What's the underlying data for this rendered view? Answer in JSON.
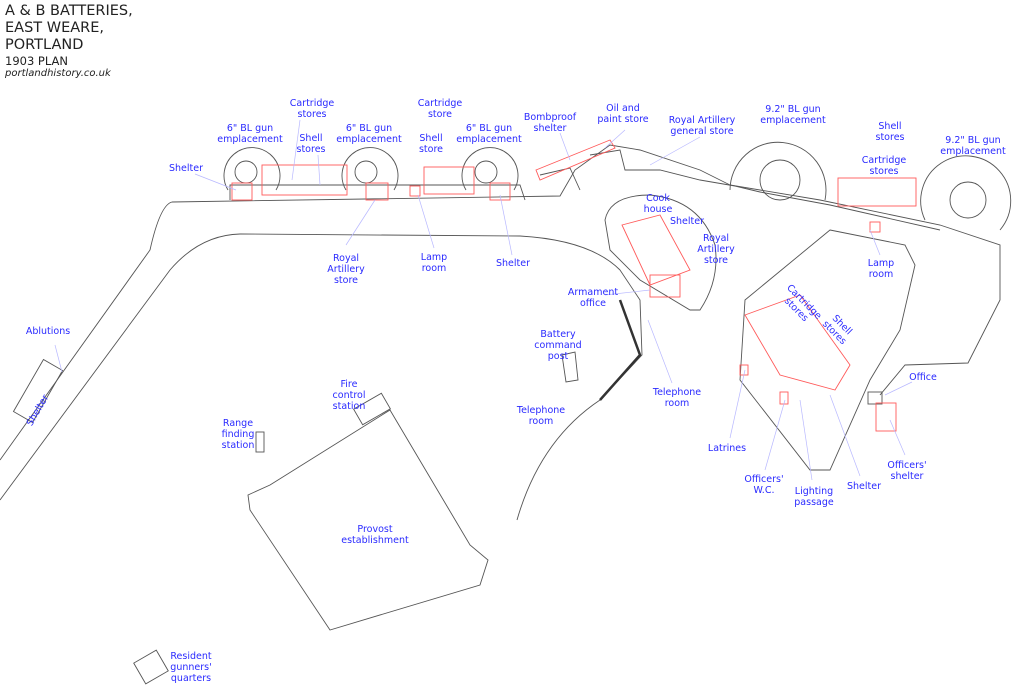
{
  "title": {
    "line1": "A & B BATTERIES,",
    "line2": "EAST WEARE,",
    "line3": "PORTLAND",
    "year": "1903 PLAN",
    "source": "portlandhistory.co.uk"
  },
  "colors": {
    "label": "#2a2aff",
    "outline": "#555555",
    "building": "#ff5a5a",
    "leader": "#b8b8ff"
  },
  "labels": {
    "shelter_a": "Shelter",
    "gun_6_1": "6\" BL gun\nemplacement",
    "cartridge_stores_a": "Cartridge\nstores",
    "shell_stores_a": "Shell\nstores",
    "gun_6_2": "6\" BL gun\nemplacement",
    "cartridge_store_b": "Cartridge\nstore",
    "shell_store_b": "Shell\nstore",
    "gun_6_3": "6\" BL gun\nemplacement",
    "bombproof_shelter": "Bombproof\nshelter",
    "oil_paint_store": "Oil and\npaint store",
    "ra_general_store": "Royal Artillery\ngeneral store",
    "gun_92_1": "9.2\" BL gun\nemplacement",
    "shell_stores_c": "Shell\nstores",
    "cartridge_stores_c": "Cartridge\nstores",
    "gun_92_2": "9.2\" BL gun\nemplacement",
    "ra_store_a": "Royal\nArtillery\nstore",
    "lamp_room_a": "Lamp\nroom",
    "shelter_b": "Shelter",
    "cook_house": "Cook\nhouse",
    "shelter_c": "Shelter",
    "ra_store_b": "Royal\nArtillery\nstore",
    "armament_office": "Armament\noffice",
    "lamp_room_b": "Lamp\nroom",
    "cartridge_stores_d": "Cartridge\nstores",
    "shell_stores_d": "Shell\nstores",
    "ablutions": "Ablutions",
    "shelter_d": "Shelter",
    "battery_command_post": "Battery\ncommand\npost",
    "telephone_room_a": "Telephone\nroom",
    "telephone_room_b": "Telephone\nroom",
    "fire_control_station": "Fire\ncontrol\nstation",
    "range_finding_station": "Range\nfinding\nstation",
    "office": "Office",
    "officers_shelter": "Officers'\nshelter",
    "latrines": "Latrines",
    "officers_wc": "Officers'\nW.C.",
    "lighting_passage": "Lighting\npassage",
    "shelter_e": "Shelter",
    "provost_establishment": "Provost\nestablishment",
    "resident_gunners_quarters": "Resident\ngunners'\nquarters"
  }
}
